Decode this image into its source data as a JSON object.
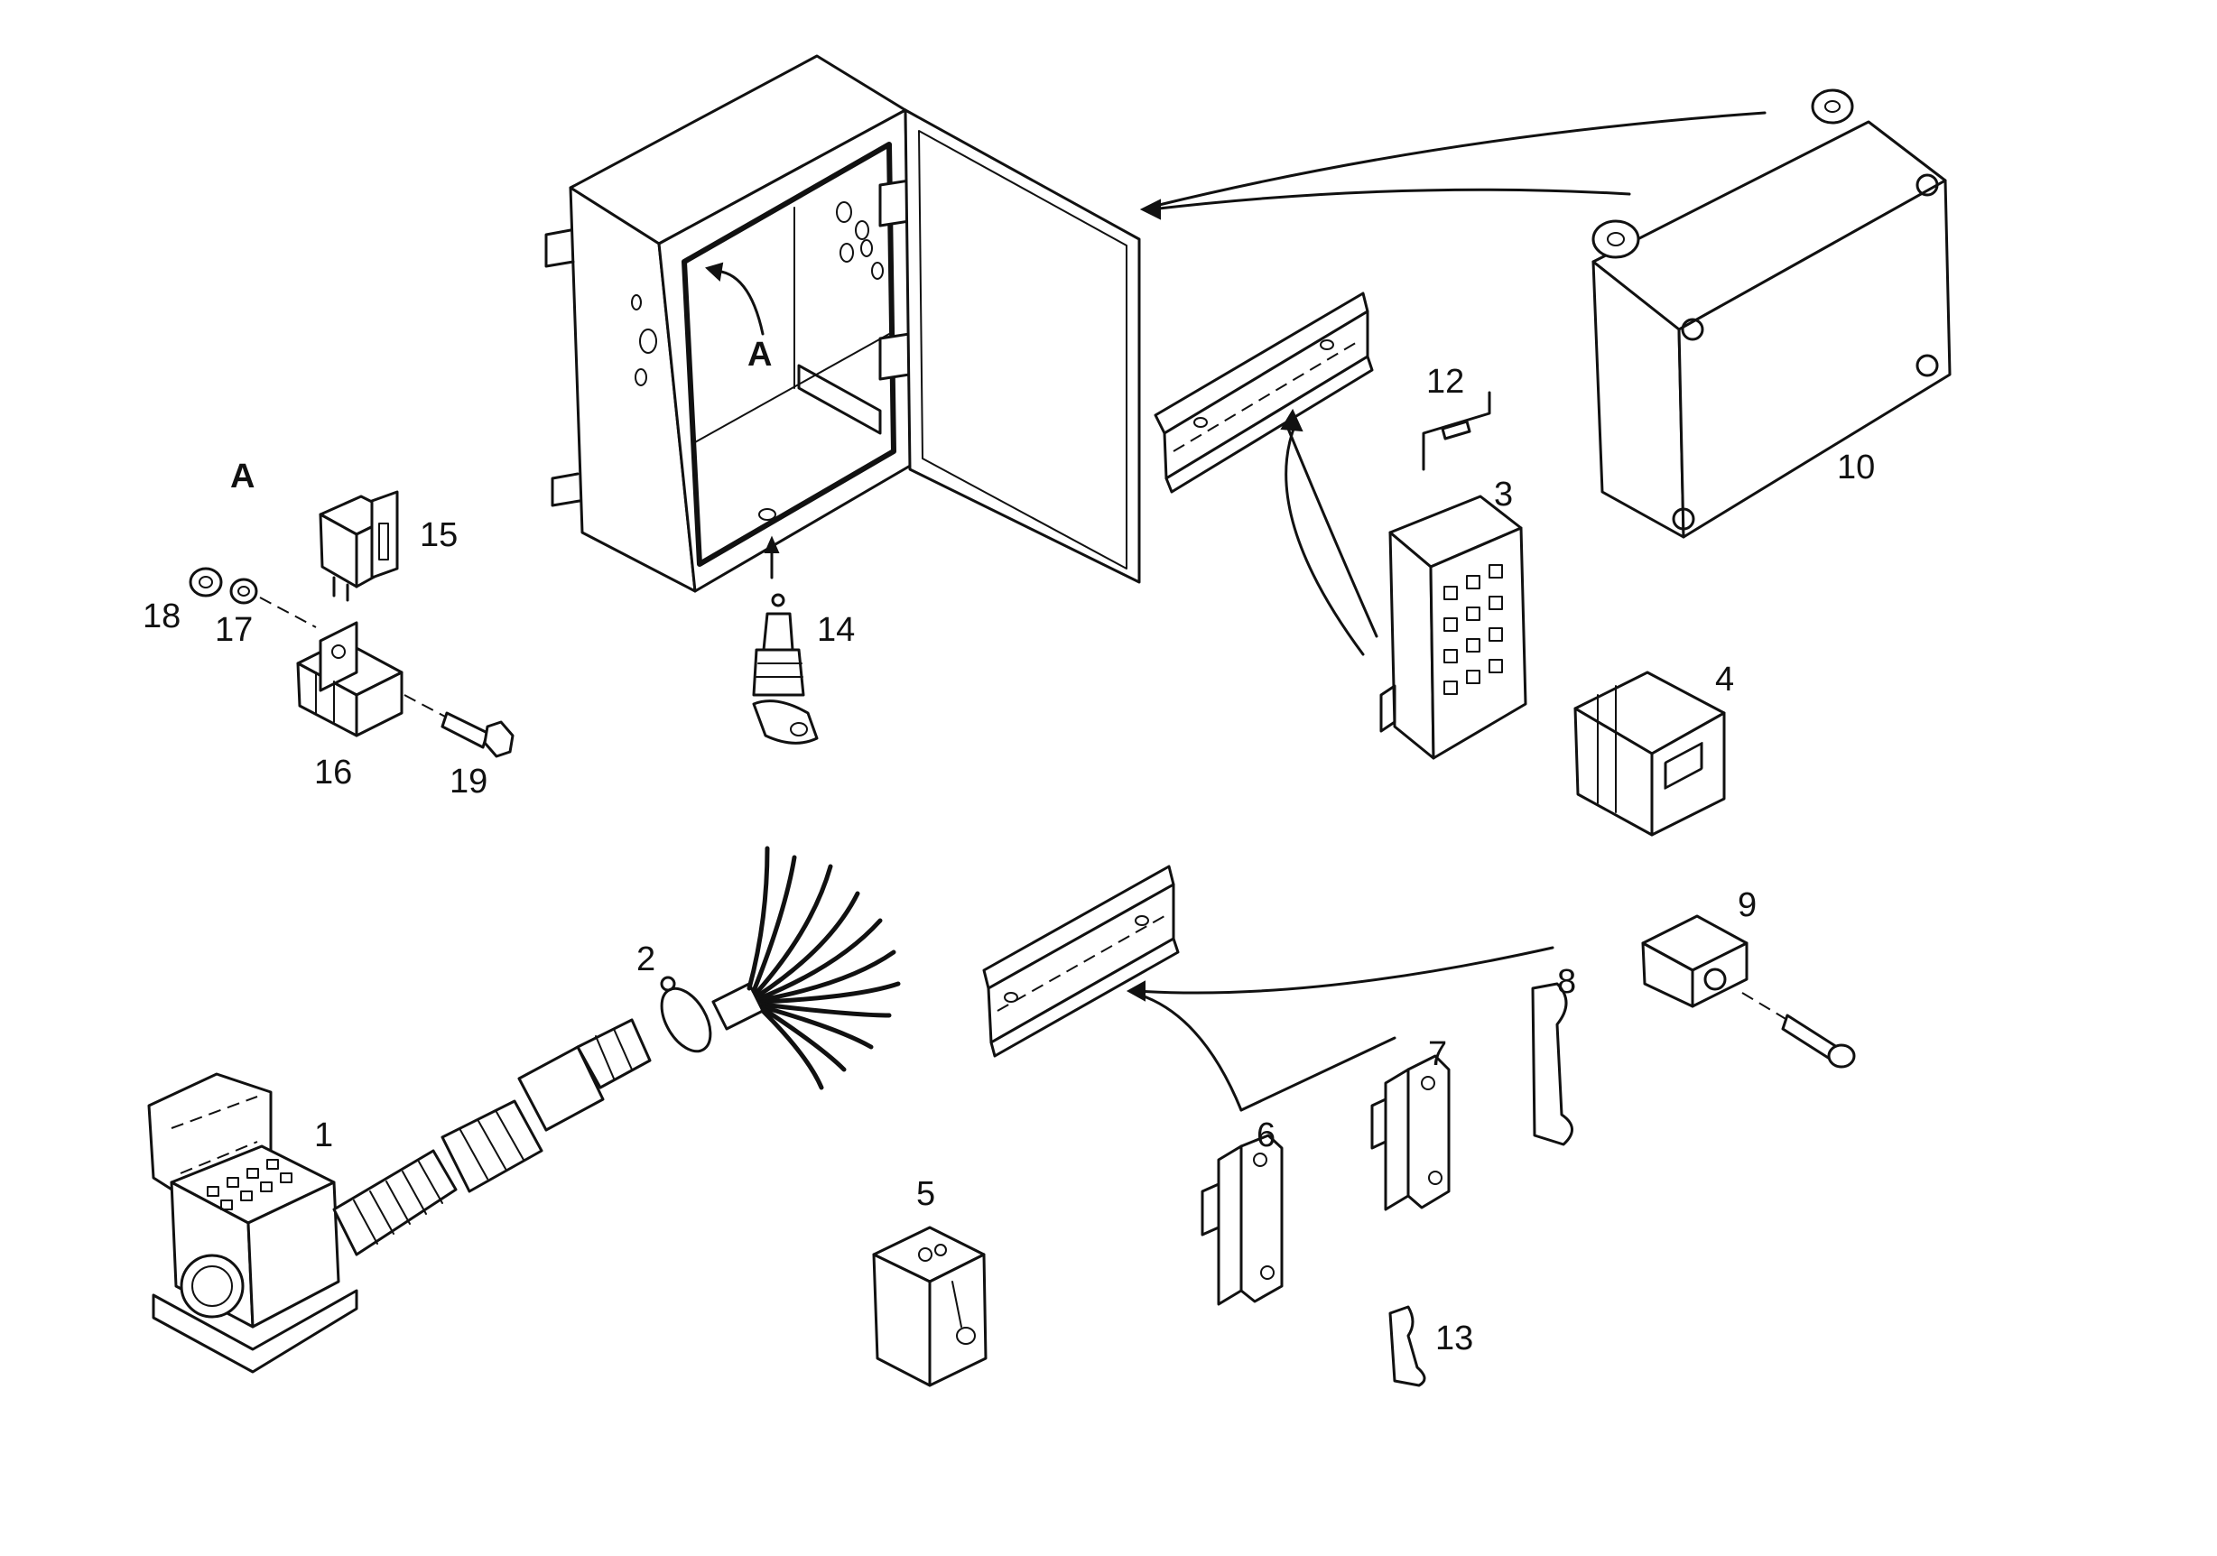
{
  "detail_view": {
    "section_label": "A",
    "arrow_label": "A"
  },
  "part_labels": {
    "p1": "1",
    "p2": "2",
    "p3": "3",
    "p4": "4",
    "p5": "5",
    "p6": "6",
    "p7": "7",
    "p8": "8",
    "p9": "9",
    "p10": "10",
    "p12": "12",
    "p13": "13",
    "p14": "14",
    "p15": "15",
    "p16": "16",
    "p17": "17",
    "p18": "18",
    "p19": "19"
  },
  "colors": {
    "line": "#111111",
    "background": "#ffffff"
  }
}
